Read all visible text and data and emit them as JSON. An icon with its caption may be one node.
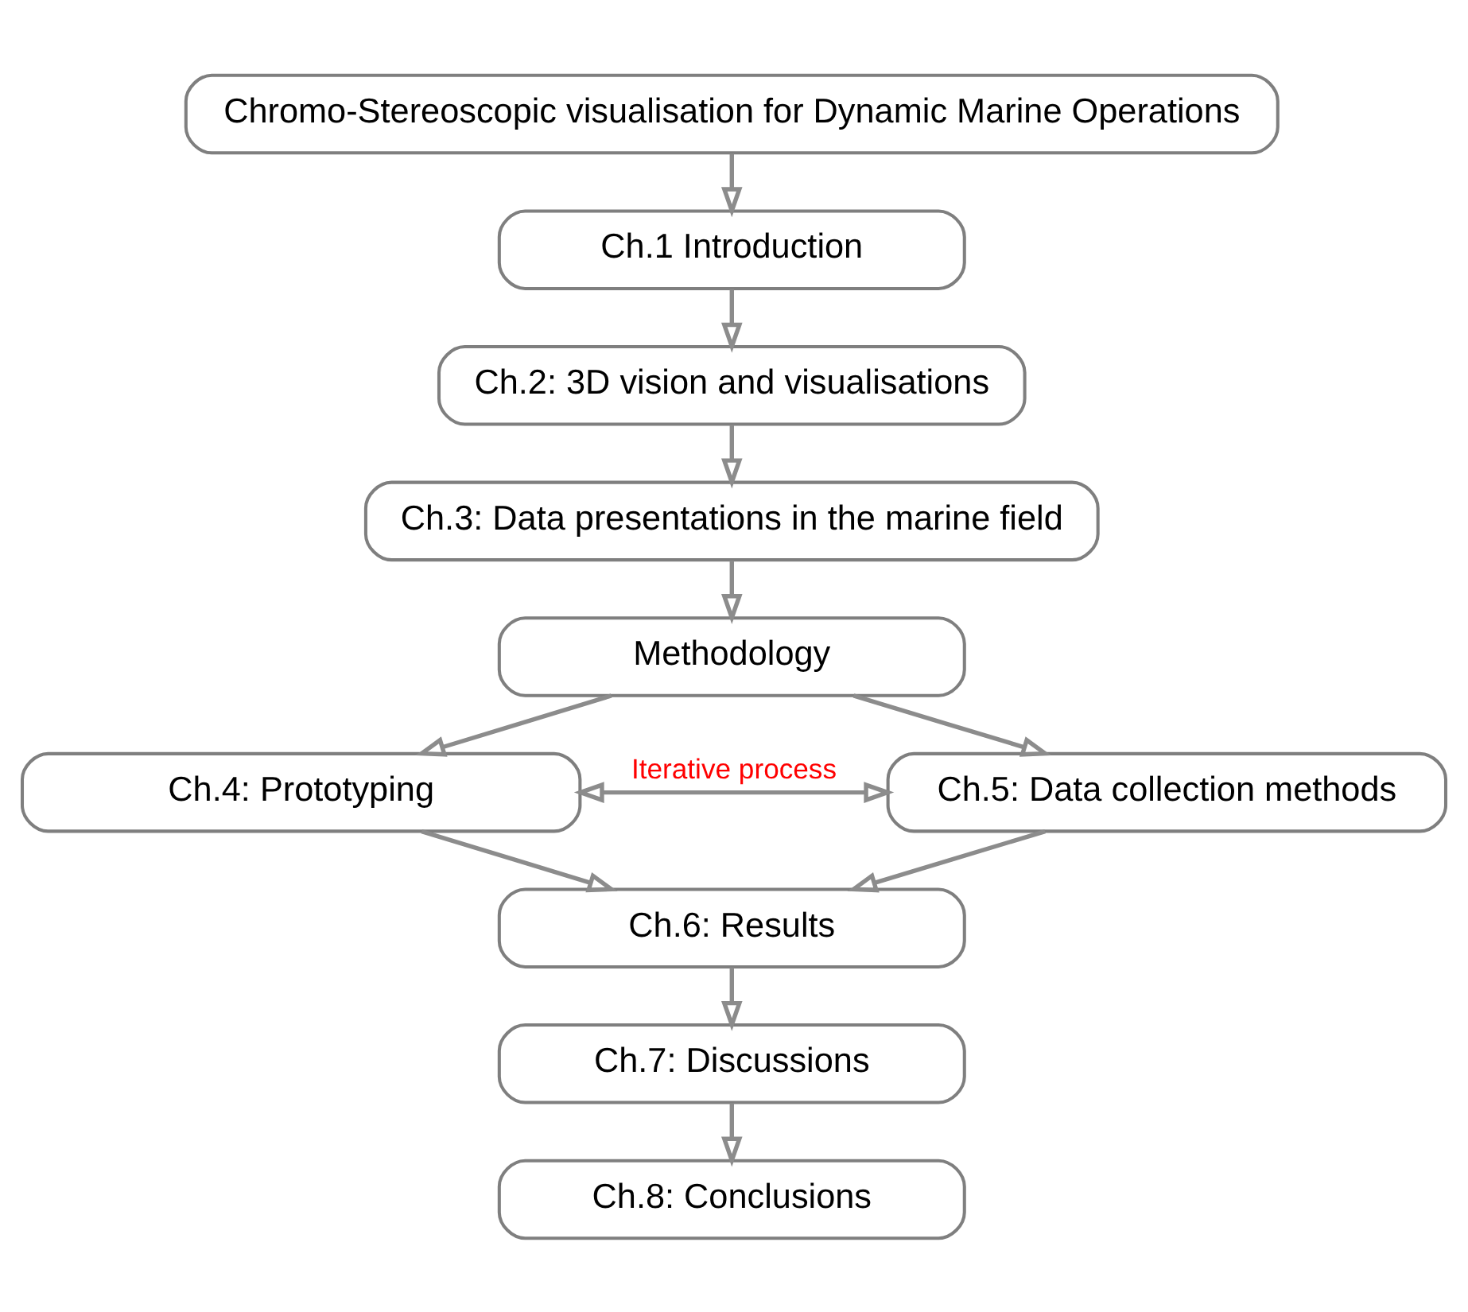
{
  "diagram": {
    "nodes": [
      {
        "text": [
          "Chromo-Stereoscopic visualisation for Dynamic Marine Operations"
        ]
      },
      {
        "text": [
          "Ch.1 Introduction"
        ]
      },
      {
        "text": [
          "Ch.2: 3D vision and visualisations"
        ]
      },
      {
        "text": [
          "Ch.3: Data presentations in the marine field"
        ]
      },
      {
        "text": [
          "Methodology"
        ]
      },
      {
        "text": [
          "Ch.4: Prototyping"
        ]
      },
      {
        "text": [
          "Ch.5: Data collection methods"
        ]
      },
      {
        "text": [
          "Ch.6: Results"
        ]
      },
      {
        "text": [
          "Ch.7: Discussions"
        ]
      },
      {
        "text": [
          "Ch.8: Conclusions"
        ]
      }
    ],
    "edges": [
      {
        "from": 0,
        "to": 1,
        "arrow": "to"
      },
      {
        "from": 1,
        "to": 2,
        "arrow": "to"
      },
      {
        "from": 2,
        "to": 3,
        "arrow": "to"
      },
      {
        "from": 3,
        "to": 4,
        "arrow": "to"
      },
      {
        "from": 4,
        "to": 5,
        "arrow": "to"
      },
      {
        "from": 4,
        "to": 6,
        "arrow": "to"
      },
      {
        "from": 5,
        "to": 6,
        "arrow": "both",
        "label": "Iterative process"
      },
      {
        "from": 5,
        "to": 7,
        "arrow": "to"
      },
      {
        "from": 6,
        "to": 7,
        "arrow": "to"
      },
      {
        "from": 7,
        "to": 8,
        "arrow": "to"
      },
      {
        "from": 8,
        "to": 9,
        "arrow": "to"
      }
    ]
  }
}
